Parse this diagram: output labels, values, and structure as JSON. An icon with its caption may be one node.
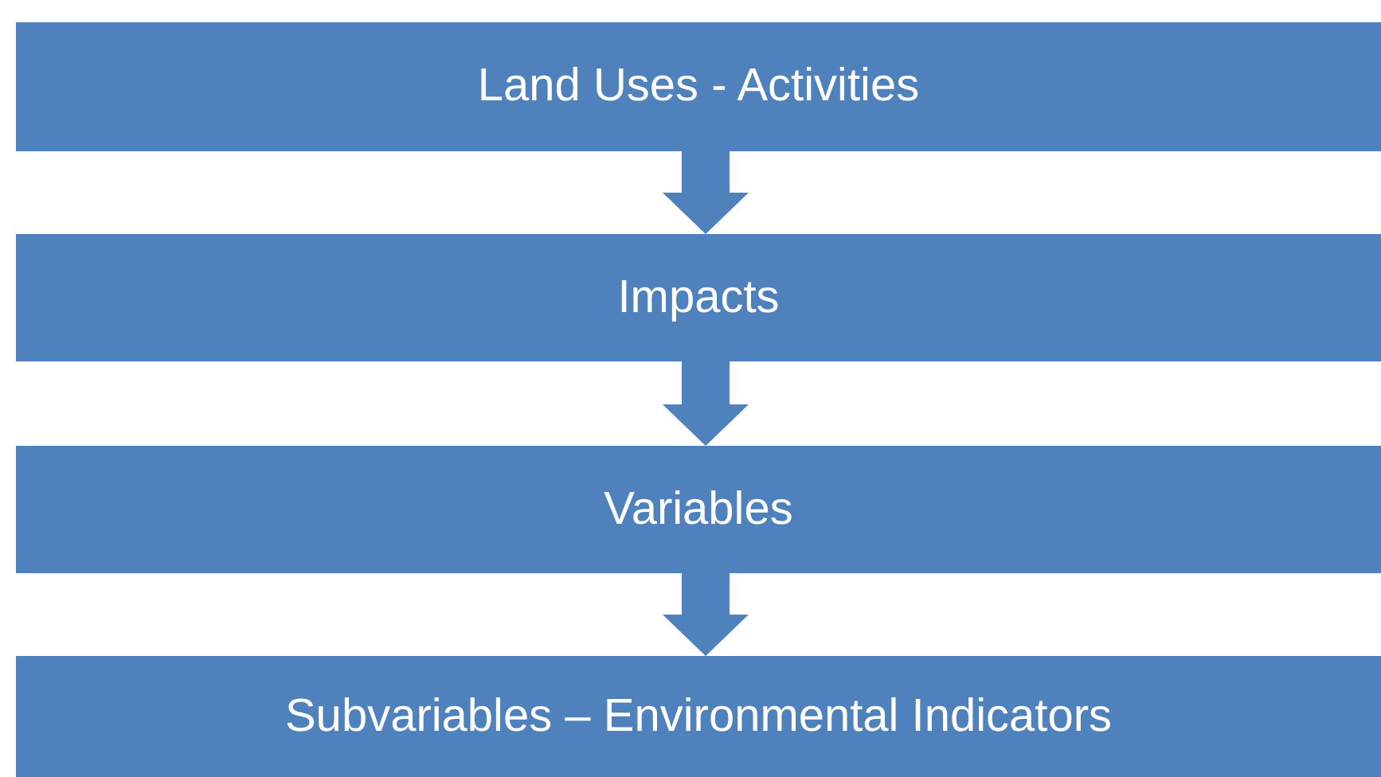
{
  "diagram": {
    "nodes": [
      {
        "text": [
          "Land Uses - Activities"
        ]
      },
      {
        "text": [
          "Impacts"
        ]
      },
      {
        "text": [
          "Variables"
        ]
      },
      {
        "text": [
          "Subvariables – Environmental Indicators"
        ]
      }
    ],
    "edges": [
      {
        "from": 0,
        "to": 1,
        "arrow": "to"
      },
      {
        "from": 1,
        "to": 2,
        "arrow": "to"
      },
      {
        "from": 2,
        "to": 3,
        "arrow": "to"
      }
    ]
  }
}
